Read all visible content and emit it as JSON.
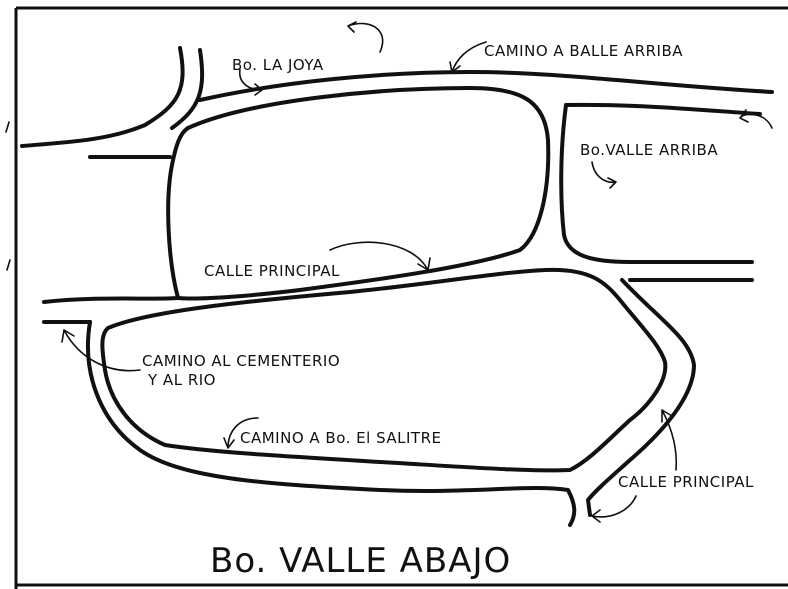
{
  "map": {
    "title": "Bo. VALLE ABAJO",
    "labels": {
      "la_joya": "Bo. LA JOYA",
      "camino_valle_arriba": "CAMINO A BALLE ARRIBA",
      "valle_arriba": "Bo.VALLE ARRIBA",
      "calle_principal_upper": "CALLE PRINCIPAL",
      "camino_cementerio_line1": "CAMINO AL CEMENTERIO",
      "camino_cementerio_line2": "Y AL RIO",
      "camino_salitre": "CAMINO A Bo. El SALITRE",
      "calle_principal_lower": "CALLE PRINCIPAL"
    },
    "colors": {
      "ink": "#111111",
      "paper": "#ffffff"
    }
  }
}
